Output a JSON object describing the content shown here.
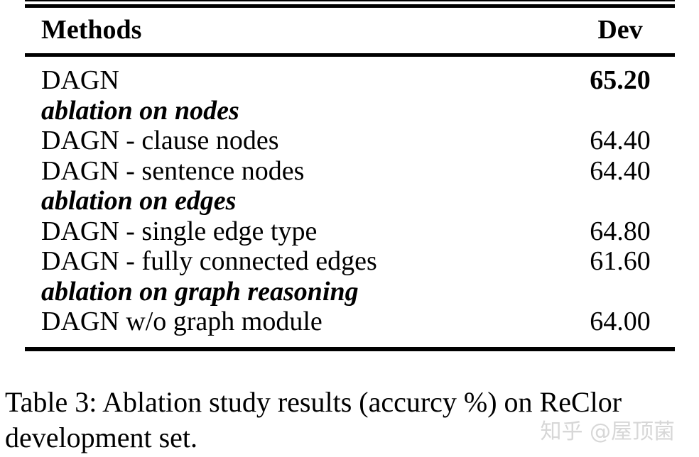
{
  "table": {
    "columns": [
      "Methods",
      "Dev"
    ],
    "rows": [
      {
        "method": "DAGN",
        "dev": "65.20"
      },
      {
        "method": "ablation on nodes",
        "dev": ""
      },
      {
        "method": "DAGN - clause nodes",
        "dev": "64.40"
      },
      {
        "method": "DAGN - sentence nodes",
        "dev": "64.40"
      },
      {
        "method": "ablation on edges",
        "dev": ""
      },
      {
        "method": "DAGN - single edge type",
        "dev": "64.80"
      },
      {
        "method": "DAGN - fully connected edges",
        "dev": "61.60"
      },
      {
        "method": "ablation on graph reasoning",
        "dev": ""
      },
      {
        "method": "DAGN w/o graph module",
        "dev": "64.00"
      }
    ]
  },
  "caption": {
    "line1": "Table 3: Ablation study results (accurcy %) on ReClor",
    "line2": "development set."
  },
  "watermark": "知乎 @屋顶菌",
  "colors": {
    "text": "#000000",
    "rule": "#000000",
    "background": "#ffffff",
    "watermark": "#d7d7d7"
  }
}
